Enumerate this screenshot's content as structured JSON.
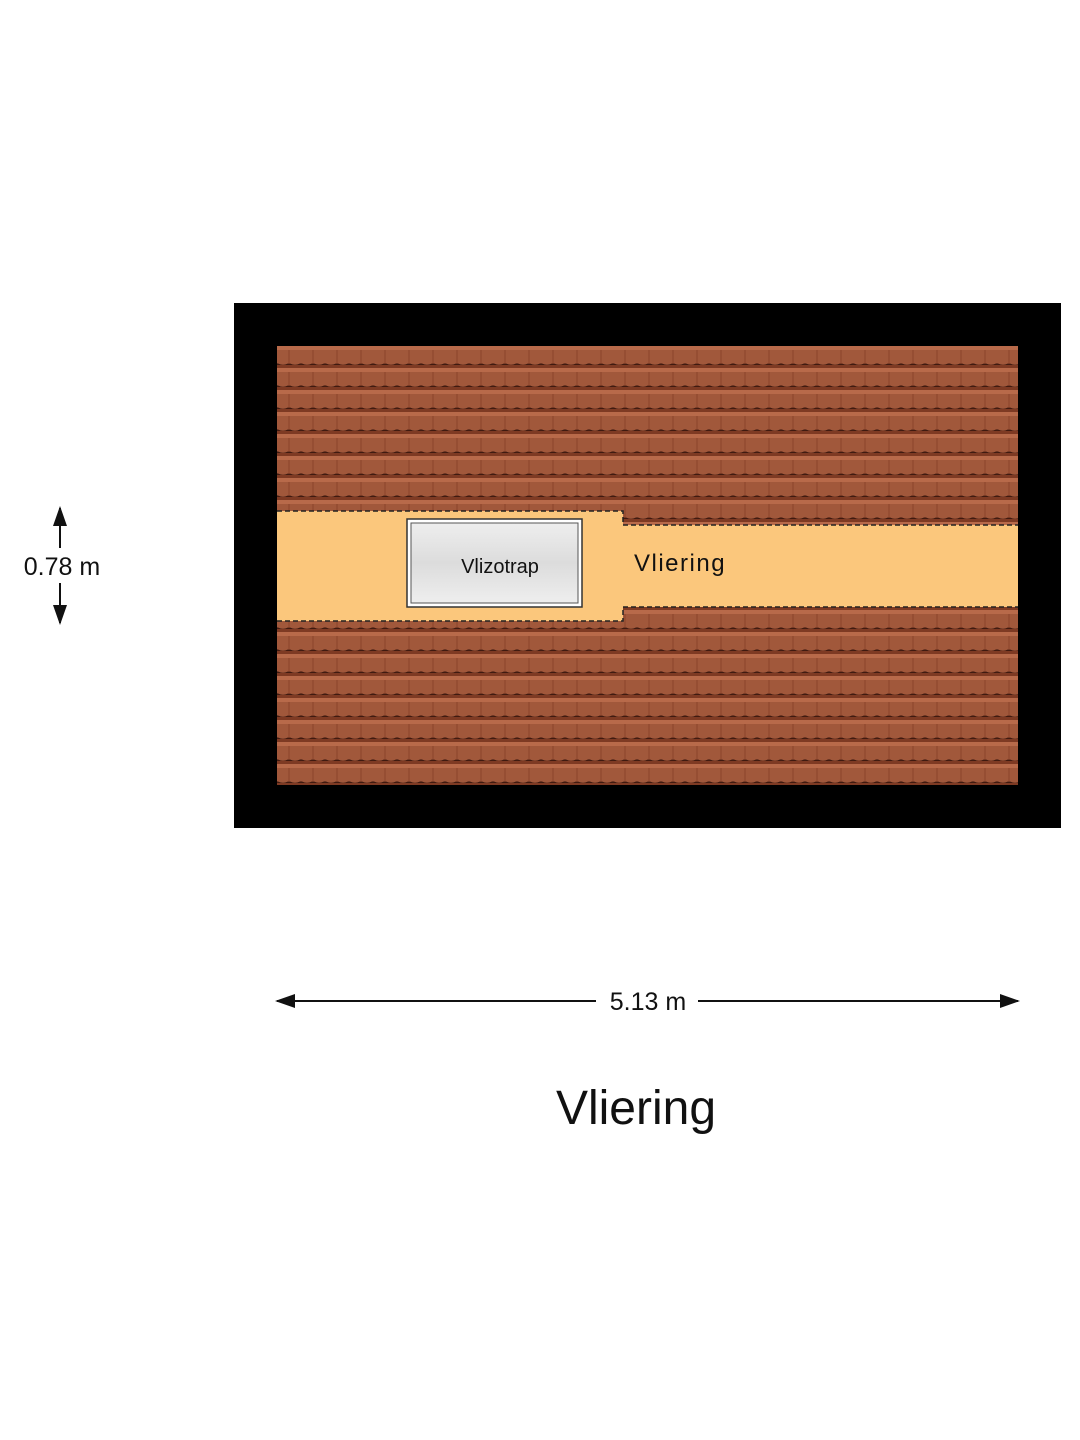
{
  "floor_title": "Vliering",
  "rooms": [
    {
      "name": "Vliering"
    }
  ],
  "features": [
    {
      "name": "Vlizotrap"
    }
  ],
  "dimensions": {
    "width": "5.13 m",
    "depth": "0.78 m"
  },
  "colors": {
    "wall": "#000000",
    "roof_tile": "#a1583b",
    "floor": "#fbc77c",
    "hatch_fill": "#e2e2e2"
  }
}
